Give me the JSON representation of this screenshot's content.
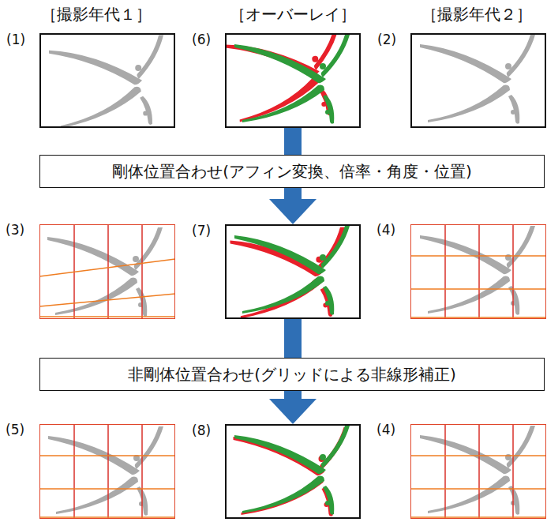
{
  "diagram": {
    "nodes": [
      {
        "text": [
          "(1)"
        ]
      },
      {
        "text": [
          "(6)"
        ]
      },
      {
        "text": [
          "(2)"
        ]
      },
      {
        "text": [
          "剛体位置合わせ(アフィン変換、倍率・角度・位置)"
        ]
      },
      {
        "text": [
          "(3)"
        ]
      },
      {
        "text": [
          "(7)"
        ]
      },
      {
        "text": [
          "(4)"
        ]
      },
      {
        "text": [
          "非剛体位置合わせ(グリッドによる非線形補正)"
        ]
      },
      {
        "text": [
          "(5)"
        ]
      },
      {
        "text": [
          "(8)"
        ]
      },
      {
        "text": [
          "(4)"
        ]
      }
    ],
    "edges": [
      {
        "from": 1,
        "to": 3,
        "arrow": "none"
      },
      {
        "from": 3,
        "to": 5,
        "arrow": "to"
      },
      {
        "from": 5,
        "to": 7,
        "arrow": "none"
      },
      {
        "from": 7,
        "to": 9,
        "arrow": "to"
      }
    ],
    "labels": [
      "［撮影年代１］",
      "［オーバーレイ］",
      "［撮影年代２］"
    ]
  }
}
